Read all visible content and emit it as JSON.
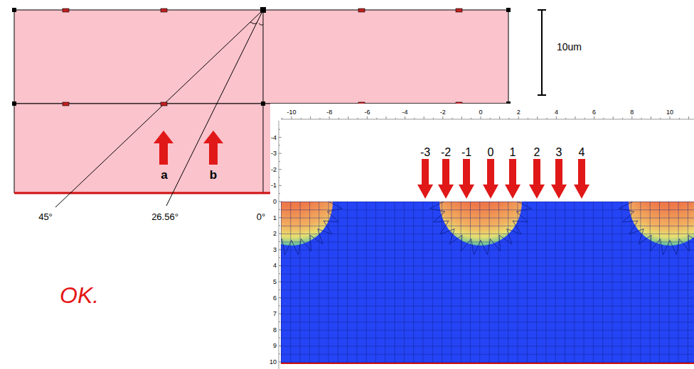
{
  "diagram": {
    "labels": [
      "10um",
      "a",
      "b",
      "45°",
      "26.56°",
      "0°",
      "OK.",
      "-10",
      "-8",
      "-6",
      "-4",
      "-2",
      "0",
      "2",
      "4",
      "6",
      "8",
      "10",
      "-4",
      "-3",
      "-2",
      "-1",
      "0",
      "1",
      "2",
      "3",
      "4",
      "5",
      "6",
      "7",
      "8",
      "9",
      "10",
      "-3",
      "-2",
      "-1",
      "0",
      "1",
      "2",
      "3",
      "4"
    ]
  }
}
